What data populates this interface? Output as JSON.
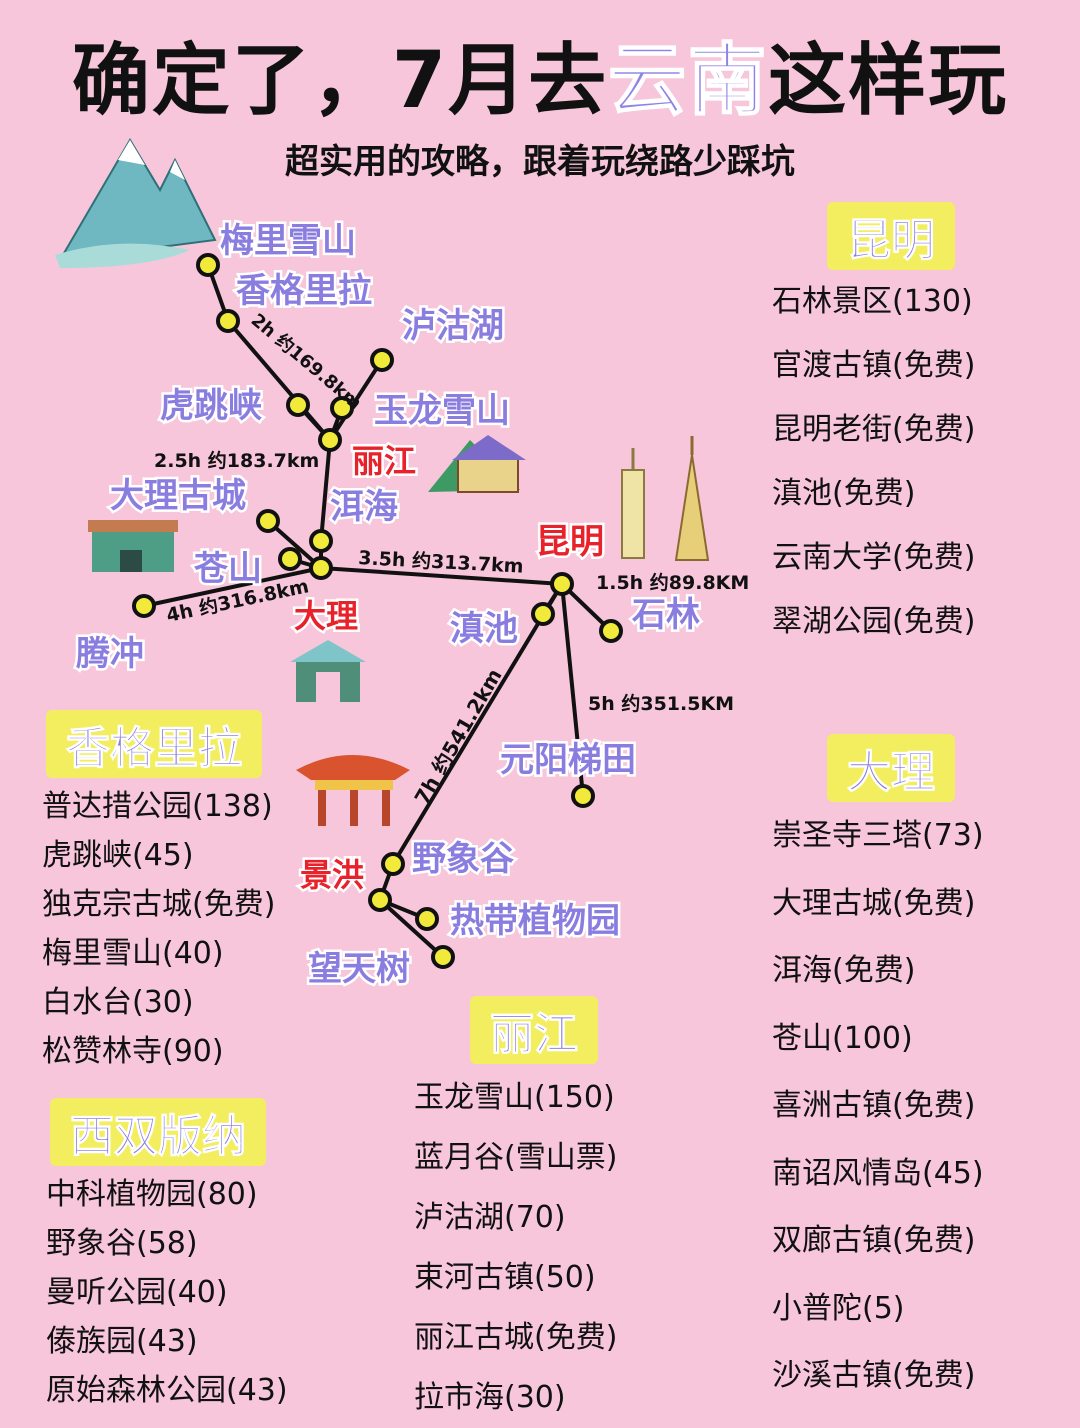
{
  "header": {
    "title_a": "确定了，7月去",
    "title_hl": "云南",
    "title_b": "这样玩",
    "subtitle": "超实用的攻略，跟着玩绕路少踩坑"
  },
  "map": {
    "places": {
      "meili": "梅里雪山",
      "shangri": "香格里拉",
      "lugu": "泸沽湖",
      "tiger": "虎跳峡",
      "jade": "玉龙雪山",
      "lijiang": "丽江",
      "dalicity": "大理古城",
      "erhai": "洱海",
      "cangshan": "苍山",
      "dali": "大理",
      "tengchong": "腾冲",
      "kunming": "昆明",
      "dianchi": "滇池",
      "shilin": "石林",
      "yuanyang": "元阳梯田",
      "jinghong": "景洪",
      "wildelephant": "野象谷",
      "tropical": "热带植物园",
      "wangtian": "望天树"
    },
    "distances": {
      "d1": "2h 约169.8km",
      "d2": "2.5h 约183.7km",
      "d3": "3.5h 约313.7km",
      "d4": "4h 约316.8km",
      "d5": "1.5h  约89.8KM",
      "d6": "5h  约351.5KM",
      "d7": "7h 约541.2km"
    }
  },
  "sections": {
    "kunming": {
      "title": "昆明",
      "items": [
        "石林景区(130)",
        "官渡古镇(免费)",
        "昆明老街(免费)",
        "滇池(免费)",
        "云南大学(免费)",
        "翠湖公园(免费)"
      ]
    },
    "shangri": {
      "title": "香格里拉",
      "items": [
        "普达措公园(138)",
        "虎跳峡(45)",
        "独克宗古城(免费)",
        "梅里雪山(40)",
        "白水台(30)",
        "松赞林寺(90)"
      ]
    },
    "dali": {
      "title": "大理",
      "items": [
        "崇圣寺三塔(73)",
        "大理古城(免费)",
        "洱海(免费)",
        "苍山(100)",
        "喜洲古镇(免费)",
        "南诏风情岛(45)",
        "双廊古镇(免费)",
        "小普陀(5)",
        "沙溪古镇(免费)"
      ]
    },
    "xishuang": {
      "title": "西双版纳",
      "items": [
        "中科植物园(80)",
        "野象谷(58)",
        "曼听公园(40)",
        "傣族园(43)",
        "原始森林公园(43)"
      ]
    },
    "lijiang": {
      "title": "丽江",
      "items": [
        "玉龙雪山(150)",
        "蓝月谷(雪山票)",
        "泸沽湖(70)",
        "束河古镇(50)",
        "丽江古城(免费)",
        "拉市海(30)"
      ]
    }
  }
}
